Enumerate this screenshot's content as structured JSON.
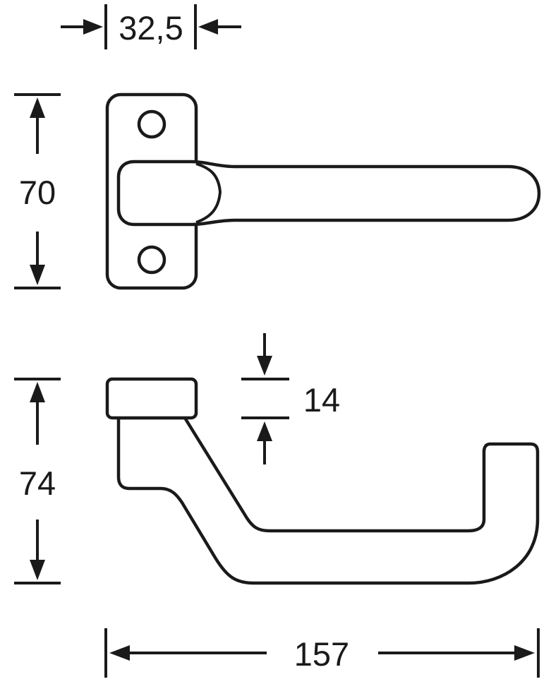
{
  "dimensions": {
    "rose_width": "32,5",
    "rose_height": "70",
    "handle_height": "74",
    "rose_thickness": "14",
    "handle_length": "157"
  },
  "colors": {
    "line": "#1a1a1a",
    "background": "#ffffff"
  }
}
